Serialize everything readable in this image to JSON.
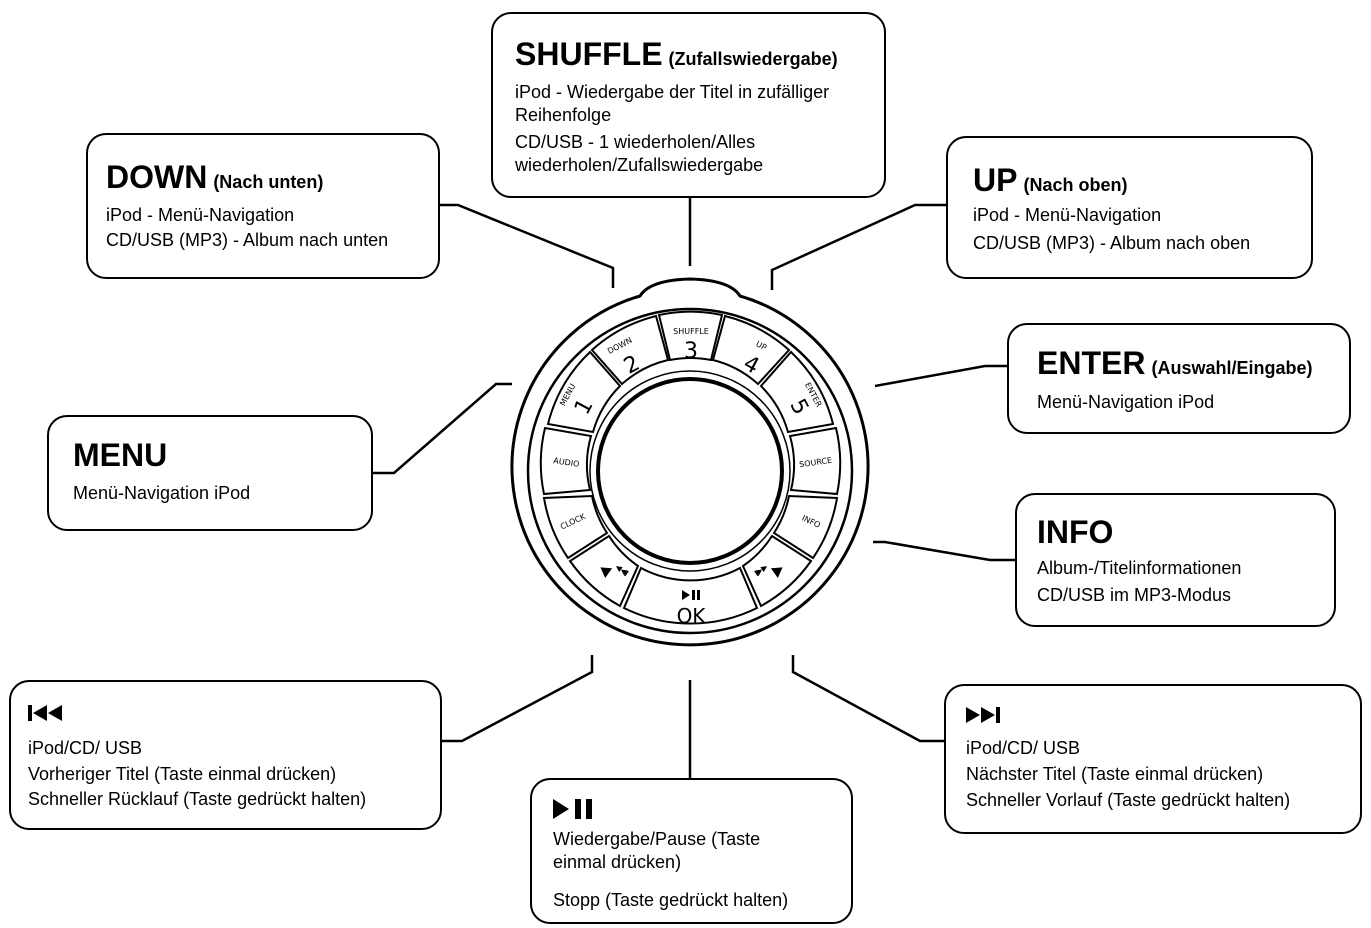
{
  "shuffle": {
    "title": "SHUFFLE",
    "subtitle": "(Zufallswiedergabe)",
    "lines": [
      "iPod - Wiedergabe der Titel in zufälliger",
      "Reihenfolge",
      "CD/USB - 1 wiederholen/Alles",
      "wiederholen/Zufallswiedergabe"
    ]
  },
  "down": {
    "title": "DOWN",
    "subtitle": "(Nach unten)",
    "lines": [
      "iPod - Menü-Navigation",
      "CD/USB (MP3) - Album nach unten"
    ]
  },
  "up": {
    "title": "UP",
    "subtitle": "(Nach oben)",
    "lines": [
      "iPod - Menü-Navigation",
      "CD/USB (MP3) - Album nach oben"
    ]
  },
  "enter": {
    "title": "ENTER",
    "subtitle": "(Auswahl/Eingabe)",
    "lines": [
      "Menü-Navigation iPod"
    ]
  },
  "menu": {
    "title": "MENU",
    "lines": [
      "Menü-Navigation iPod"
    ]
  },
  "info": {
    "title": "INFO",
    "lines": [
      "Album-/Titelinformationen",
      "CD/USB im MP3-Modus"
    ]
  },
  "prev": {
    "icon": "previous-track-icon",
    "lines": [
      "iPod/CD/ USB",
      "Vorheriger Titel (Taste einmal drücken)",
      "Schneller Rücklauf (Taste gedrückt halten)"
    ]
  },
  "next": {
    "icon": "next-track-icon",
    "lines": [
      "iPod/CD/ USB",
      "Nächster Titel (Taste einmal drücken)",
      "Schneller Vorlauf (Taste gedrückt halten)"
    ]
  },
  "playpause": {
    "icon": "play-pause-icon",
    "lines": [
      "Wiedergabe/Pause (Taste",
      "einmal drücken)",
      "Stopp (Taste gedrückt halten)"
    ]
  },
  "device": {
    "buttons": {
      "b1": {
        "top": "MENU",
        "num": "1"
      },
      "b2": {
        "top": "DOWN",
        "num": "2"
      },
      "b3": {
        "top": "SHUFFLE",
        "num": "3"
      },
      "b4": {
        "top": "UP",
        "num": "4"
      },
      "b5": {
        "top": "ENTER",
        "num": "5"
      },
      "audio": "AUDIO",
      "source": "SOURCE",
      "clock": "CLOCK",
      "info": "INFO",
      "ok": "OK"
    }
  }
}
